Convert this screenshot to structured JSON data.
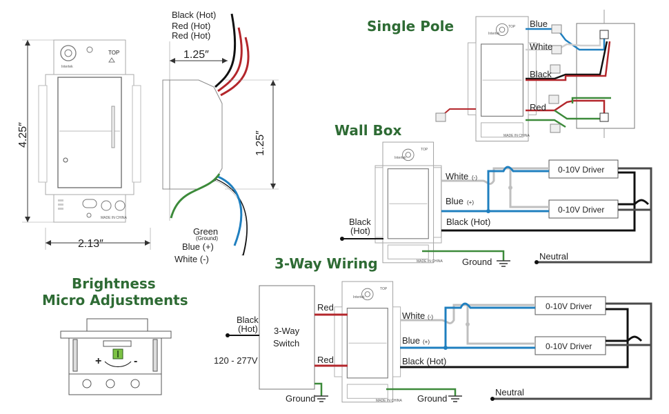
{
  "colors": {
    "heading": "#2e6b34",
    "black_wire": "#111111",
    "red_wire": "#b3262b",
    "blue_wire": "#1f7fbf",
    "white_wire": "#bfbfbf",
    "green_wire": "#3c8a3a",
    "gray_wire": "#4a4a4a"
  },
  "headings": {
    "single_pole": "Single Pole",
    "wall_box": "Wall Box",
    "three_way": "3-Way Wiring",
    "brightness_1": "Brightness",
    "brightness_2": "Micro Adjustments"
  },
  "dimensions": {
    "height": "4.25″",
    "width": "2.13″",
    "depth": "1.25″",
    "side_height": "1.25″"
  },
  "side_view_wires": {
    "top": [
      "Black (Hot)",
      "Red (Hot)",
      "Red (Hot)"
    ],
    "green": "Green",
    "ground_sub": "(Ground)",
    "blue": "Blue (+)",
    "white": "White (-)"
  },
  "device_text": {
    "top": "TOP",
    "intertek": "Intertek",
    "made_in": "MADE IN CHINA"
  },
  "single_pole": {
    "blue": "Blue",
    "white": "White",
    "black": "Black",
    "red": "Red"
  },
  "wall_box": {
    "white": "White",
    "white_sign": "(-)",
    "blue": "Blue",
    "blue_sign": "(+)",
    "black_hot": "Black (Hot)",
    "black_1": "Black",
    "black_2": "(Hot)",
    "driver_1": "0-10V Driver",
    "driver_2": "0-10V Driver",
    "ground": "Ground",
    "neutral": "Neutral"
  },
  "three_way": {
    "black_1": "Black",
    "black_2": "(Hot)",
    "switch_1": "3-Way",
    "switch_2": "Switch",
    "voltage": "120 - 277V",
    "red_top": "Red",
    "red_bottom": "Red",
    "white": "White",
    "white_sign": "(-)",
    "blue": "Blue",
    "blue_sign": "(+)",
    "black_hot": "Black (Hot)",
    "driver_1": "0-10V Driver",
    "driver_2": "0-10V Driver",
    "ground_left": "Ground",
    "ground_right": "Ground",
    "neutral": "Neutral"
  },
  "adjust": {
    "plus": "+",
    "minus": "-"
  }
}
